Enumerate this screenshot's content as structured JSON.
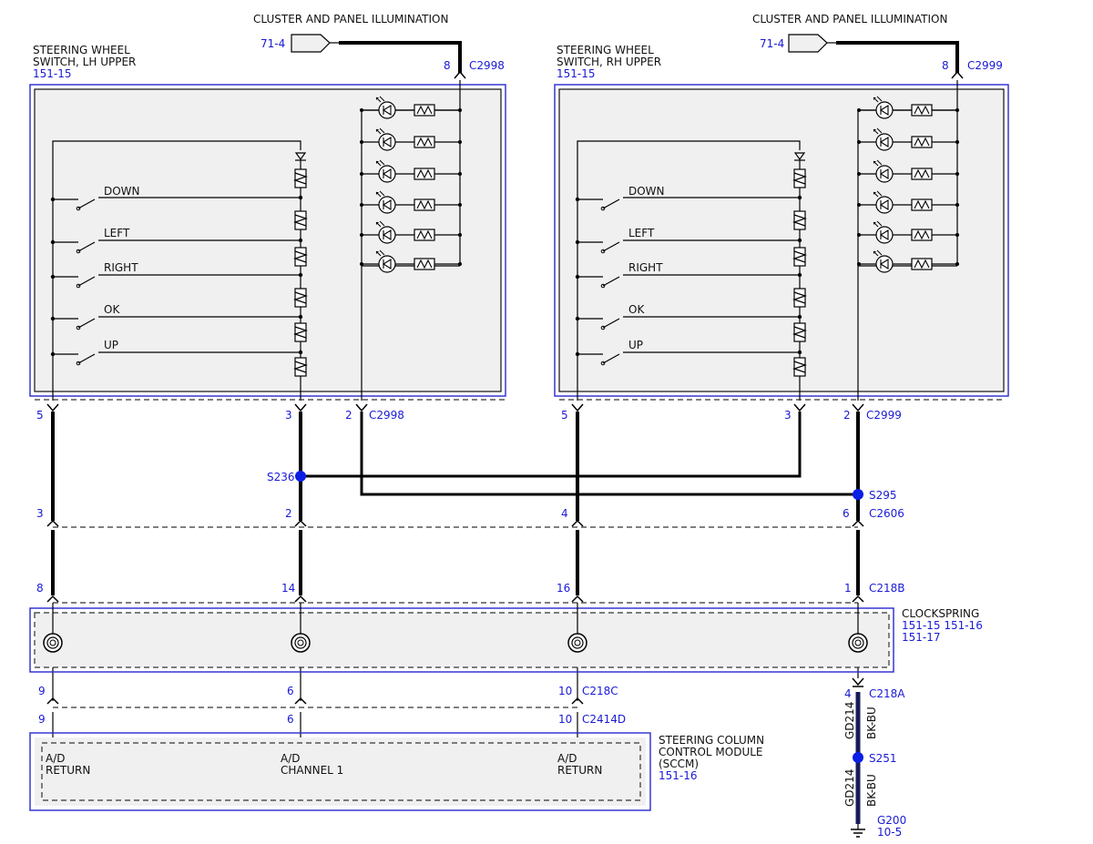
{
  "colors": {
    "connector_label": "#1a1ad6",
    "wire": "#000000",
    "splice": "#0a1ee6",
    "component_fill": "#f0f0f0",
    "harness_bar": "#1a1a5a"
  },
  "top": {
    "left_title": "CLUSTER AND PANEL ILLUMINATION",
    "right_title": "CLUSTER AND PANEL ILLUMINATION",
    "left_ref": "71-4",
    "right_ref": "71-4"
  },
  "lh_switch": {
    "name_line1": "STEERING WHEEL",
    "name_line2": "SWITCH, LH UPPER",
    "ref": "151-15",
    "top_pin": "8",
    "top_conn": "C2998",
    "switches": [
      "DOWN",
      "LEFT",
      "RIGHT",
      "OK",
      "UP"
    ],
    "pins": {
      "p5": "5",
      "p3": "3",
      "p2": "2"
    },
    "bottom_conn": "C2998"
  },
  "rh_switch": {
    "name_line1": "STEERING WHEEL",
    "name_line2": "SWITCH, RH UPPER",
    "ref": "151-15",
    "top_pin": "8",
    "top_conn": "C2999",
    "switches": [
      "DOWN",
      "LEFT",
      "RIGHT",
      "OK",
      "UP"
    ],
    "pins": {
      "p5": "5",
      "p3": "3",
      "p2": "2"
    },
    "bottom_conn": "C2999"
  },
  "splices": {
    "s236": "S236",
    "s295": "S295",
    "s251": "S251"
  },
  "c2606": {
    "name": "C2606",
    "pins": [
      "3",
      "2",
      "4",
      "6"
    ]
  },
  "c218b": {
    "name": "C218B",
    "pins": [
      "8",
      "14",
      "16",
      "1"
    ]
  },
  "clockspring": {
    "name": "CLOCKSPRING",
    "refs_line1": "151-15  151-16",
    "refs_line2": "151-17"
  },
  "c218c": {
    "name": "C218C",
    "pins": [
      "9",
      "6",
      "10"
    ]
  },
  "c2414d": {
    "name": "C2414D",
    "pins": [
      "9",
      "6",
      "10"
    ]
  },
  "c218a": {
    "name": "C218A",
    "pin": "4"
  },
  "sccm": {
    "name_line1": "STEERING COLUMN",
    "name_line2": "CONTROL MODULE",
    "name_line3": "(SCCM)",
    "ref": "151-16",
    "pin1_l1": "A/D",
    "pin1_l2": "RETURN",
    "pin2_l1": "A/D",
    "pin2_l2": "CHANNEL 1",
    "pin3_l1": "A/D",
    "pin3_l2": "RETURN"
  },
  "ground_wire": {
    "circuit": "GD214",
    "color": "BK-BU"
  },
  "ground": {
    "name": "G200",
    "ref": "10-5"
  }
}
